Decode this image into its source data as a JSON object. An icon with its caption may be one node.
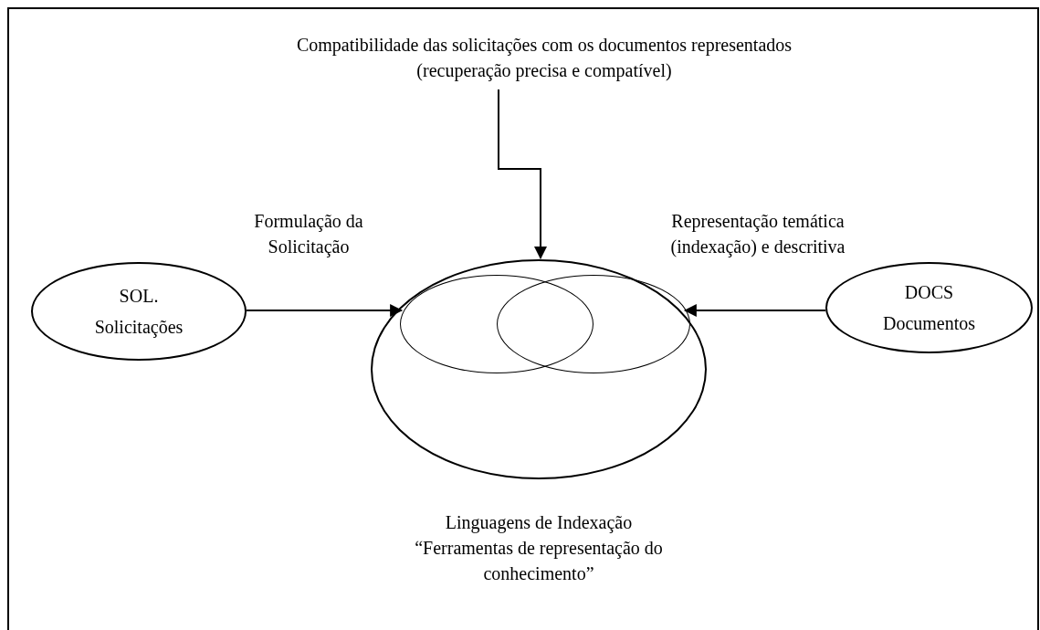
{
  "diagram": {
    "nodes": [
      {
        "text": [
          "Compatibilidade das solicitações com os documentos representados (recuperação precisa e compatível)"
        ]
      },
      {
        "text": [
          "SOL.",
          "Solicitações"
        ]
      },
      {
        "text": [
          "DOCS",
          "Documentos"
        ]
      },
      {
        "text": [
          "Linguagens de Indexação",
          "“Ferramentas de representação do conhecimento”"
        ]
      },
      {
        "text": [],
        "shape": "ellipse",
        "in": 3
      },
      {
        "text": [],
        "shape": "ellipse",
        "in": 3
      }
    ],
    "edges": [
      {
        "from": 0,
        "to": 3,
        "arrow": "to"
      },
      {
        "from": 1,
        "to": 4,
        "arrow": "to",
        "label": "Formulação da Solicitação"
      },
      {
        "from": 2,
        "to": 5,
        "arrow": "to",
        "label": "Representação temática (indexação) e descritiva"
      }
    ]
  }
}
